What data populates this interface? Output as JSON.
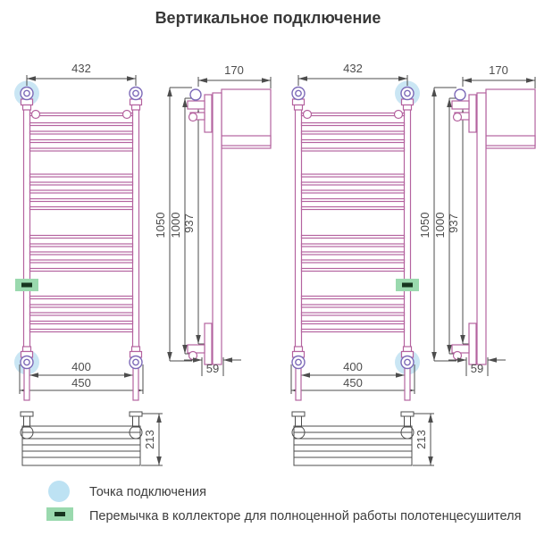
{
  "title": "Вертикальное подключение",
  "dimensions": {
    "width_top": "432",
    "depth": "170",
    "height_overall": "1050",
    "height_axis": "1000",
    "height_inner": "937",
    "width_axis_bottom": "400",
    "width_overall_bottom": "450",
    "offset_bottom": "59",
    "shelf_depth": "213"
  },
  "legend": [
    {
      "swatch": "connection-point",
      "label": "Точка подключения"
    },
    {
      "swatch": "collector-jumper",
      "label": "Перемычка в коллекторе для полноценной работы полотенцесушителя"
    }
  ],
  "colors": {
    "pipe": "#b4639f",
    "fitting_knob": "#7d6ab8",
    "dimension_lines": "#4d4d4d",
    "connection_halo": "#c4e3f3",
    "jumper_fill": "#9ad9ae",
    "jumper_dash": "#17351f",
    "legend_circle": "#bde2f3",
    "title_text": "#383838"
  }
}
